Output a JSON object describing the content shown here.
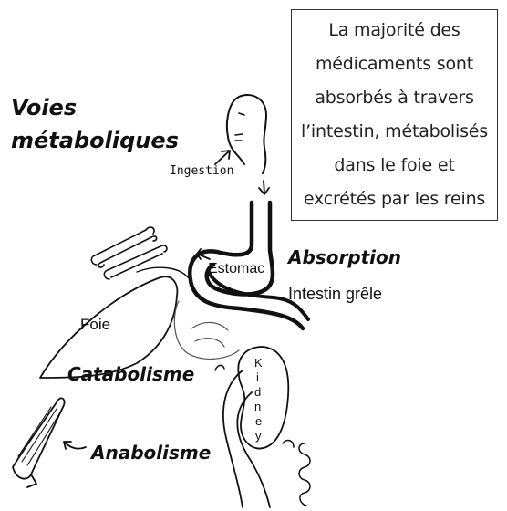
{
  "info_box": {
    "lines": [
      "La majorité des",
      "médicaments sont",
      "absorbés à travers",
      "l’intestin, métabolisés",
      "dans le foie et",
      "excrétés par les reins"
    ]
  },
  "heading": {
    "line1": "Voies",
    "line2": "métaboliques"
  },
  "labels": {
    "ingestion": "Ingestion",
    "stomach": "Estomac",
    "absorption": "Absorption",
    "small_intestine": "Intestin grêle",
    "liver": "Foie",
    "catabolism": "Catabolisme",
    "anabolism": "Anabolisme",
    "kidney_letters": [
      "K",
      "i",
      "d",
      "n",
      "e",
      "y"
    ]
  }
}
